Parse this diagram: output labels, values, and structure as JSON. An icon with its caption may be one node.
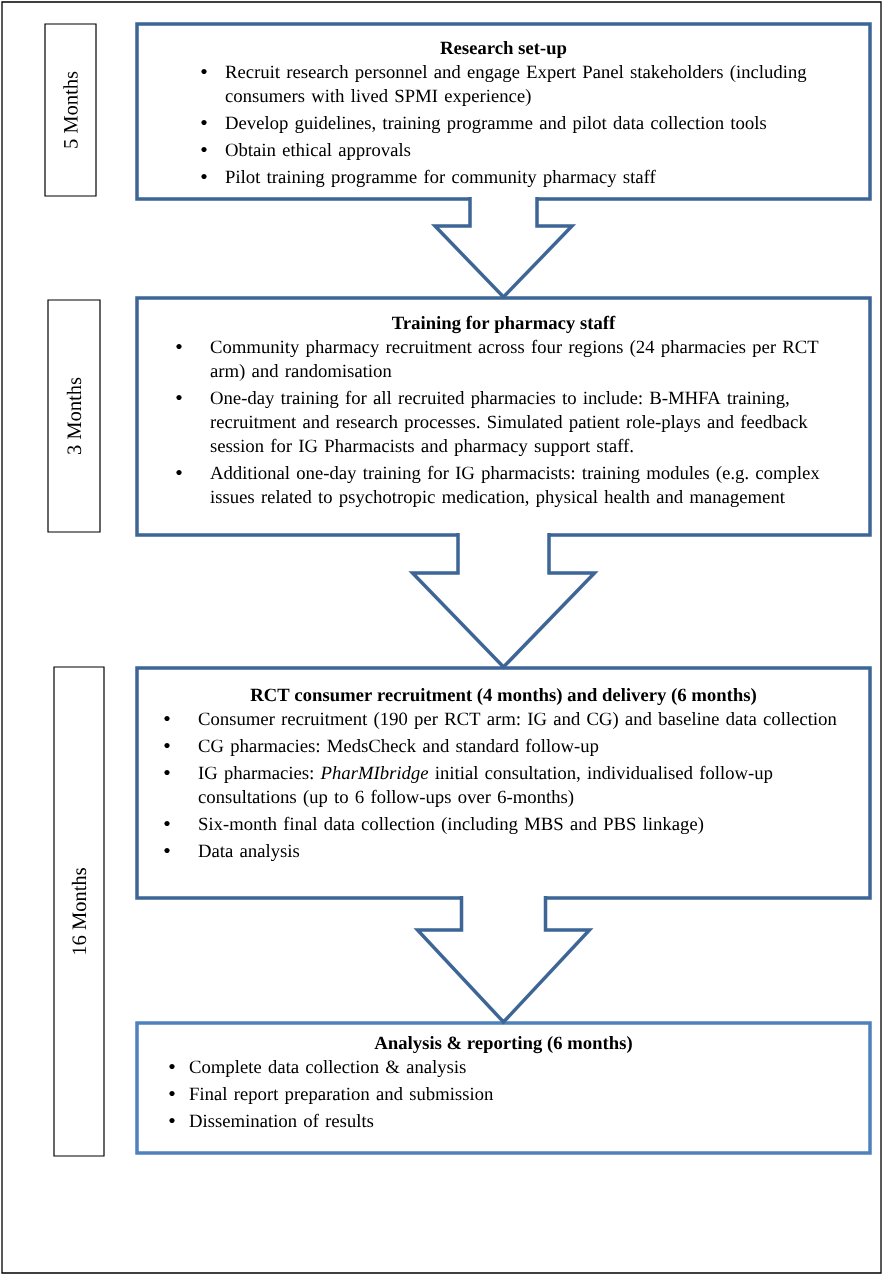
{
  "diagram": {
    "nodes": [
      {
        "text": [
          "5 Months"
        ]
      },
      {
        "text": [
          "Research set-up",
          "Recruit research personnel and engage Expert Panel stakeholders (including consumers with lived SPMI experience)",
          "Develop guidelines, training programme and pilot data collection tools",
          "Obtain ethical approvals",
          "Pilot training programme for community pharmacy staff"
        ]
      },
      {
        "text": [
          "3 Months"
        ]
      },
      {
        "text": [
          "Training for pharmacy staff",
          "Community pharmacy recruitment across four regions (24 pharmacies per RCT arm) and randomisation",
          "One-day training for all recruited pharmacies to include: B-MHFA training, recruitment and research processes. Simulated patient role-plays and feedback session for IG Pharmacists and pharmacy support staff.",
          "Additional one-day training for IG pharmacists: training modules (e.g. complex issues related to psychotropic medication, physical health and management"
        ]
      },
      {
        "text": [
          "16 Months"
        ]
      },
      {
        "text": [
          "RCT consumer recruitment (4 months) and delivery (6 months)",
          "Consumer recruitment (190 per RCT arm: IG and CG) and baseline data collection",
          "CG pharmacies: MedsCheck and standard follow-up",
          "IG pharmacies: *PharMIbridge* initial consultation, individualised follow-up consultations (up to 6 follow-ups over 6-months)",
          "Six-month final data collection (including MBS and PBS linkage)",
          "Data analysis"
        ]
      },
      {
        "text": [
          "Analysis & reporting (6 months)",
          "Complete data collection & analysis",
          "Final report preparation and submission",
          "Dissemination of results"
        ]
      }
    ],
    "edges": [
      {
        "from": 1,
        "to": 3,
        "arrow": "to"
      },
      {
        "from": 3,
        "to": 5,
        "arrow": "to"
      },
      {
        "from": 5,
        "to": 6,
        "arrow": "to"
      }
    ]
  }
}
